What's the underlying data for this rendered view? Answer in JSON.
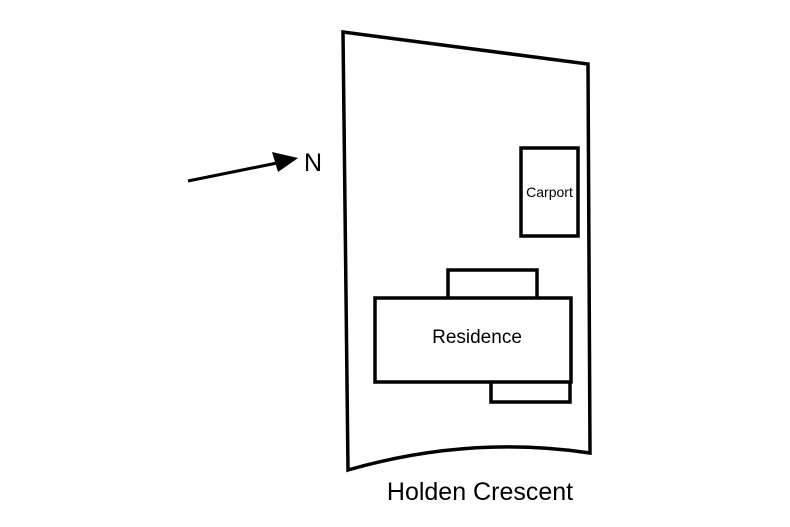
{
  "diagram": {
    "north_label": "N",
    "buildings": {
      "carport": "Carport",
      "residence": "Residence"
    },
    "street_label": "Holden Crescent",
    "colors": {
      "stroke": "#000000",
      "background": "#ffffff"
    },
    "icons": {
      "north_arrow": "north-arrow-icon"
    }
  }
}
